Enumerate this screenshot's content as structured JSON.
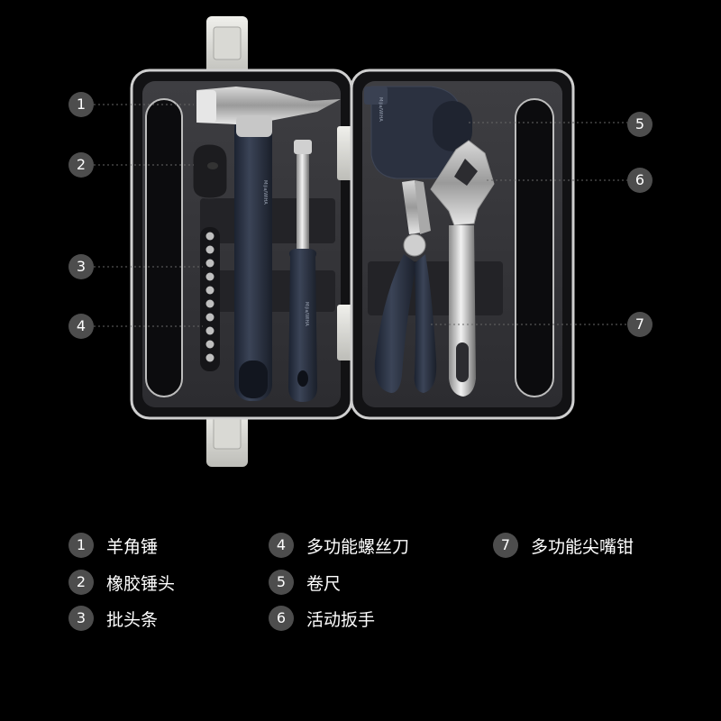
{
  "callouts": {
    "left": [
      "1",
      "2",
      "3",
      "4"
    ],
    "right": [
      "5",
      "6",
      "7"
    ]
  },
  "tool_imprints": {
    "hammer": "Mijia/WIHA",
    "screwdriver": "Mijia/WIHA",
    "tape_measure": "Mijia/WIHA"
  },
  "legend": [
    {
      "number": "1",
      "label": "羊角锤"
    },
    {
      "number": "2",
      "label": "橡胶锤头"
    },
    {
      "number": "3",
      "label": "批头条"
    },
    {
      "number": "4",
      "label": "多功能螺丝刀"
    },
    {
      "number": "5",
      "label": "卷尺"
    },
    {
      "number": "6",
      "label": "活动扳手"
    },
    {
      "number": "7",
      "label": "多功能尖嘴钳"
    }
  ]
}
